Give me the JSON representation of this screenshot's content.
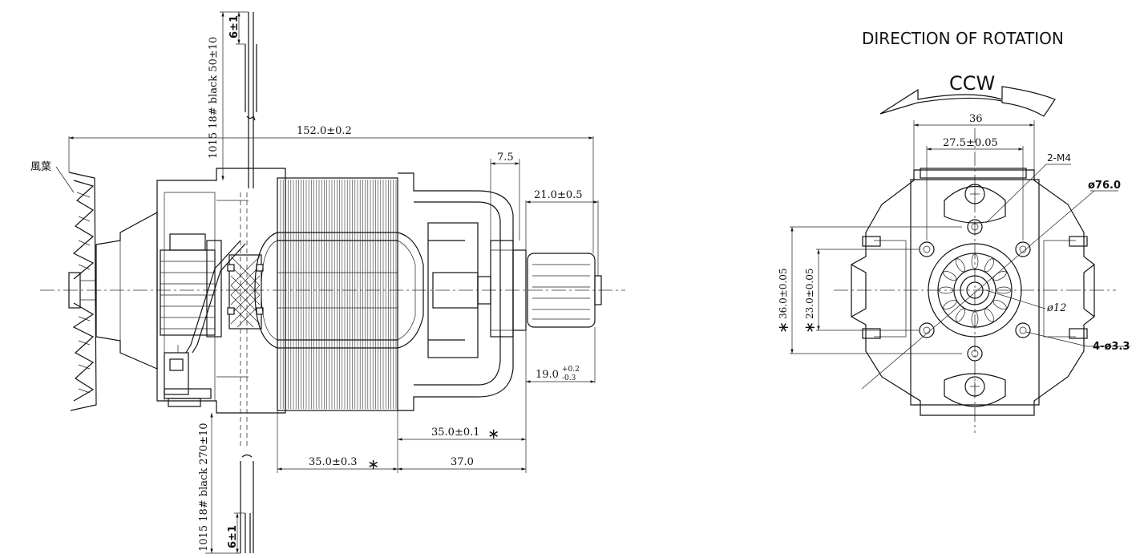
{
  "left_view": {
    "fan_label": "風葉",
    "overall_length": "152.0±0.2",
    "shaft_step": "7.5",
    "shaft_length": "21.0±0.5",
    "shaft_tol_main": "19.0",
    "shaft_tol_upper": "+0.2",
    "shaft_tol_lower": "-0.3",
    "stack_to_end": "35.0±0.1",
    "stack_length": "35.0±0.3",
    "bracket_length": "37.0",
    "star_mark": "∗",
    "top_lead": "1015 18# black 50±10",
    "bottom_lead": "1015 18# black 270±10",
    "strip_top": "6±1",
    "strip_bottom": "6±1"
  },
  "right_view": {
    "rotation_title": "DIRECTION OF  ROTATION",
    "rotation": "CCW",
    "width_overall": "36",
    "width_holes": "27.5±0.05",
    "thread_holes": "2-M4",
    "outer_diameter": "ø76.0",
    "bore_diameter": "ø12",
    "mount_holes": "4-ø3.3",
    "height_outer": "36.0±0.05",
    "height_inner": "23.0±0.05",
    "star_mark": "∗"
  },
  "colors": {
    "line": "#111111",
    "background": "#ffffff"
  }
}
